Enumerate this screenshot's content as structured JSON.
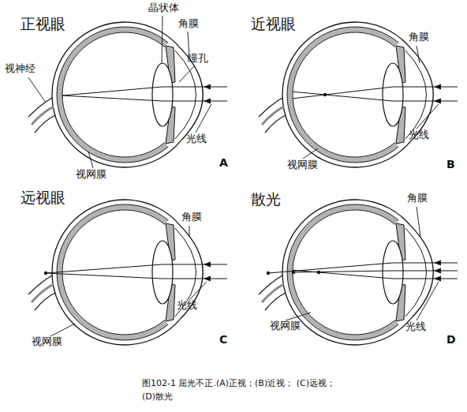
{
  "diagram": {
    "caption": "图102-1 屈光不正.(A)正视；(B)近视； (C)远视；(D)散光",
    "labels": [
      "正视眼",
      "晶状体",
      "角膜",
      "瞳孔",
      "视神经",
      "光线",
      "视网膜",
      "A",
      "近视眼",
      "角膜",
      "光线",
      "视网膜",
      "B",
      "远视眼",
      "角膜",
      "光线",
      "视网膜",
      "C",
      "散光",
      "角膜",
      "光线",
      "视网膜",
      "D"
    ]
  }
}
